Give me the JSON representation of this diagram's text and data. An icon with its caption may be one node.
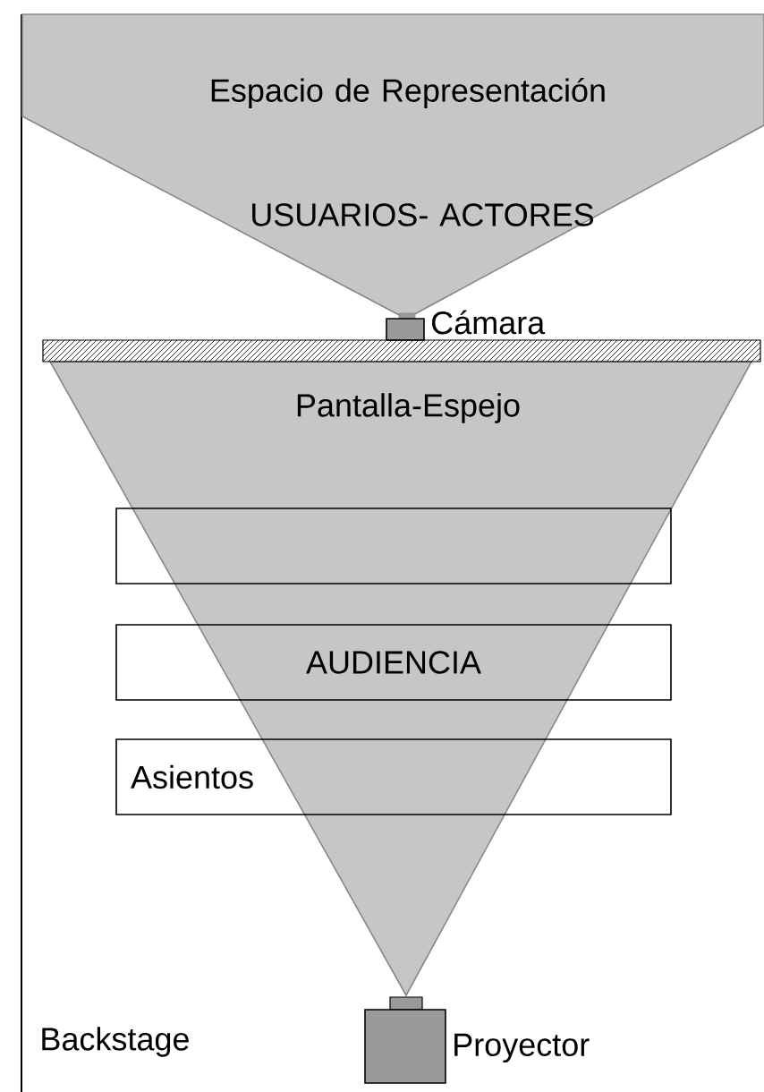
{
  "diagram": {
    "nodes": [
      {
        "text": [],
        "shape": "box",
        "beside": [
          "Cámara"
        ]
      },
      {
        "text": [],
        "shape": "bar"
      },
      {
        "text": [],
        "shape": "box"
      },
      {
        "text": [
          "AUDIENCIA"
        ]
      },
      {
        "text": [
          "Asientos"
        ]
      },
      {
        "text": [],
        "shape": "box",
        "beside": [
          "Proyector"
        ]
      }
    ],
    "edges": [],
    "labels": [
      "Espacio de Representación",
      "USUARIOS- ACTORES",
      "Pantalla-Espejo",
      "Backstage"
    ]
  }
}
